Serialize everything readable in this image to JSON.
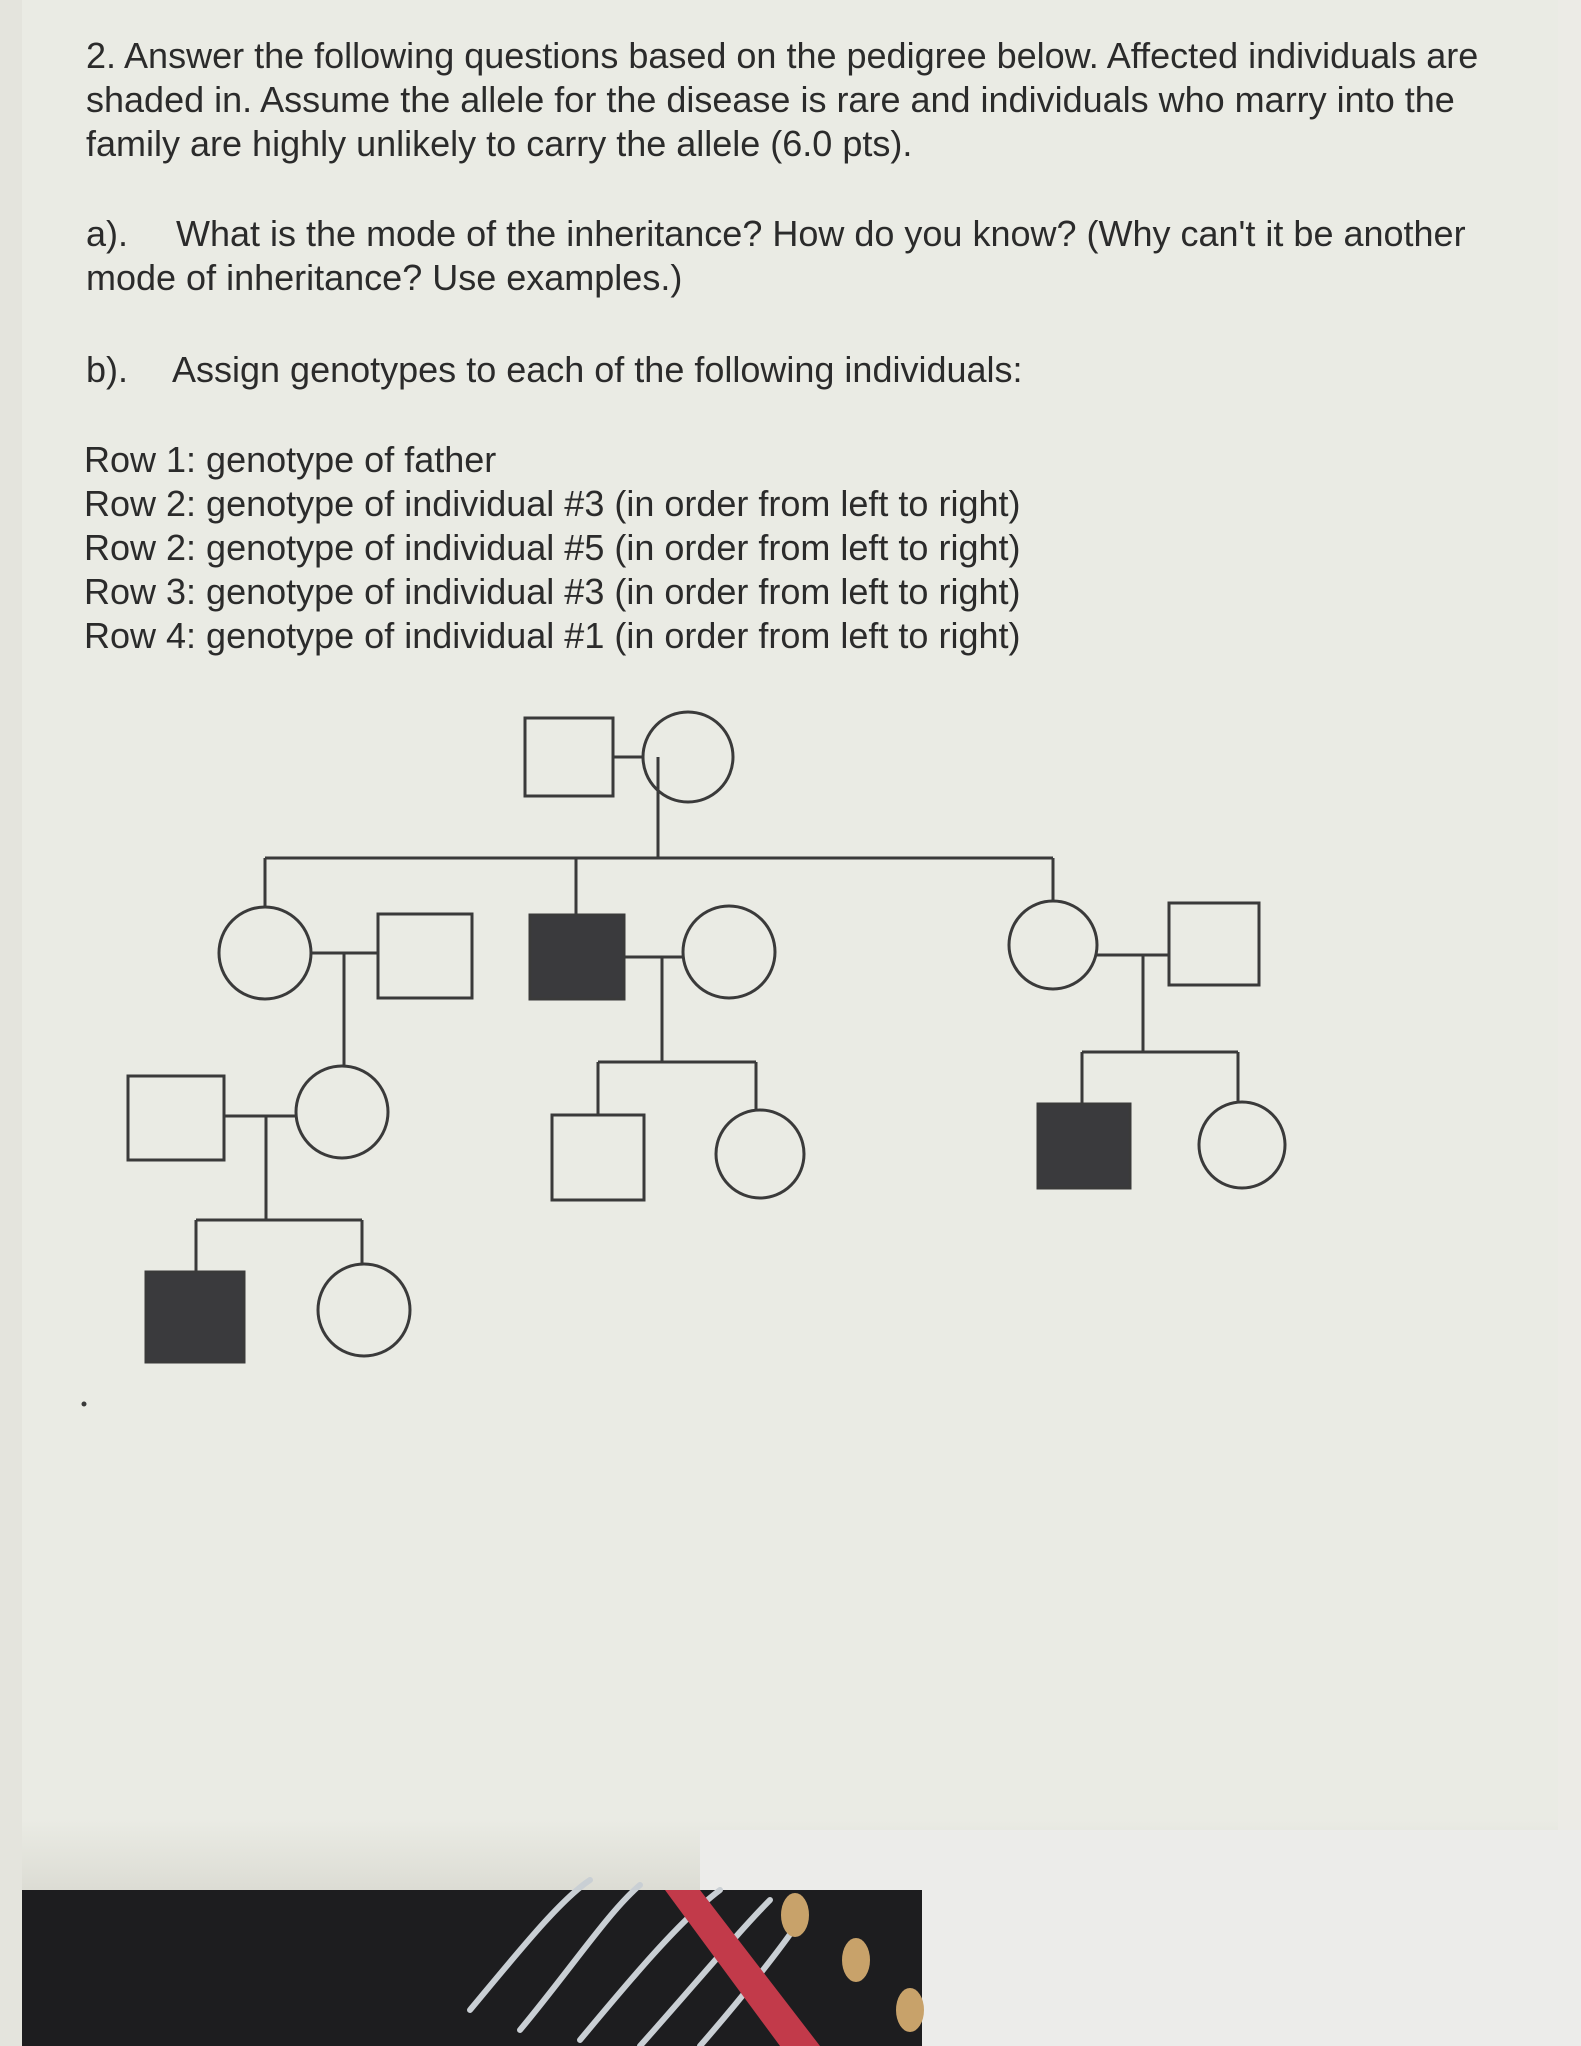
{
  "question": {
    "intro_lines": [
      "2. Answer the following questions based on the pedigree below. Affected individuals are",
      "shaded in. Assume the allele for the disease is rare and individuals who marry into the",
      "family are highly unlikely to carry the allele (6.0 pts)."
    ],
    "part_a": {
      "label": "a).",
      "line1": "What is the mode of the inheritance? How do you know? (Why can't it be another",
      "line2": "mode of inheritance? Use examples.)"
    },
    "part_b": {
      "label": "b).",
      "text": "Assign genotypes to each of the following individuals:"
    },
    "rows": [
      "Row 1: genotype of father",
      "Row 2: genotype of individual #3 (in order from left to right)",
      "Row 2: genotype of individual #5 (in order from left to right)",
      "Row 3: genotype of individual #3 (in order from left to right)",
      "Row 4: genotype of individual #1 (in order from left to right)"
    ]
  },
  "pedigree": {
    "generations": [
      {
        "row": 1,
        "individuals": [
          {
            "sex": "male",
            "affected": false
          },
          {
            "sex": "female",
            "affected": false
          }
        ]
      },
      {
        "row": 2,
        "individuals": [
          {
            "sex": "female",
            "affected": false
          },
          {
            "sex": "male",
            "affected": false
          },
          {
            "sex": "male",
            "affected": true
          },
          {
            "sex": "female",
            "affected": false
          },
          {
            "sex": "female",
            "affected": false
          },
          {
            "sex": "male",
            "affected": false
          }
        ]
      },
      {
        "row": 3,
        "individuals": [
          {
            "sex": "male",
            "affected": false
          },
          {
            "sex": "female",
            "affected": false
          },
          {
            "sex": "male",
            "affected": false
          },
          {
            "sex": "female",
            "affected": false
          },
          {
            "sex": "male",
            "affected": true
          },
          {
            "sex": "female",
            "affected": false
          }
        ]
      },
      {
        "row": 4,
        "individuals": [
          {
            "sex": "male",
            "affected": true
          },
          {
            "sex": "female",
            "affected": false
          }
        ]
      }
    ],
    "colors": {
      "line": "#3a3a3a",
      "affected_fill": "#3a3a3d",
      "unaffected_fill": "#eaebe4"
    }
  },
  "background": {
    "spiral_colors": [
      "#c9cfd4",
      "#c23a4a",
      "#c8a26a"
    ]
  }
}
